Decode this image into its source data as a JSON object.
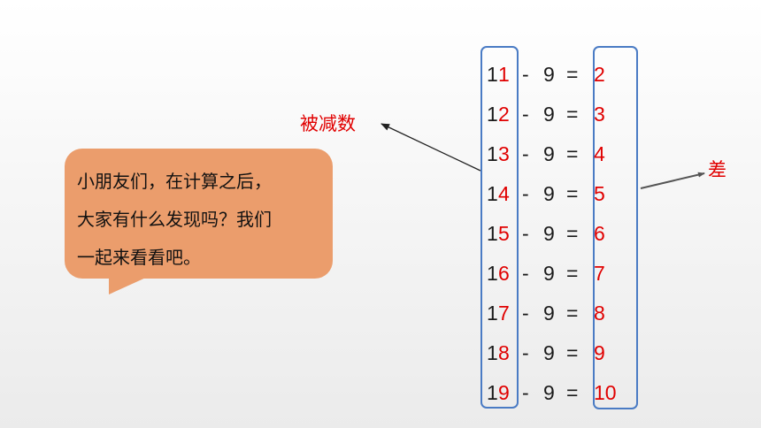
{
  "speech_bubble": {
    "lines": [
      "小朋友们，在计算之后，",
      "大家有什么发现吗？我们",
      "一起来看看吧。"
    ]
  },
  "labels": {
    "minuend": "被减数",
    "difference": "差"
  },
  "equations": [
    {
      "minuend_tens": "1",
      "minuend_ones": "1",
      "minus": "-",
      "subtrahend": "9",
      "equals": "=",
      "difference": "2"
    },
    {
      "minuend_tens": "1",
      "minuend_ones": "2",
      "minus": "-",
      "subtrahend": "9",
      "equals": "=",
      "difference": "3"
    },
    {
      "minuend_tens": "1",
      "minuend_ones": "3",
      "minus": "-",
      "subtrahend": "9",
      "equals": "=",
      "difference": "4"
    },
    {
      "minuend_tens": "1",
      "minuend_ones": "4",
      "minus": "-",
      "subtrahend": "9",
      "equals": "=",
      "difference": "5"
    },
    {
      "minuend_tens": "1",
      "minuend_ones": "5",
      "minus": "-",
      "subtrahend": "9",
      "equals": "=",
      "difference": "6"
    },
    {
      "minuend_tens": "1",
      "minuend_ones": "6",
      "minus": "-",
      "subtrahend": "9",
      "equals": "=",
      "difference": "7"
    },
    {
      "minuend_tens": "1",
      "minuend_ones": "7",
      "minus": "-",
      "subtrahend": "9",
      "equals": "=",
      "difference": "8"
    },
    {
      "minuend_tens": "1",
      "minuend_ones": "8",
      "minus": "-",
      "subtrahend": "9",
      "equals": "=",
      "difference": "9"
    },
    {
      "minuend_tens": "1",
      "minuend_ones": "9",
      "minus": "-",
      "subtrahend": "9",
      "equals": "=",
      "difference": "10"
    }
  ],
  "colors": {
    "highlight": "#e00000",
    "box_border": "#4a7bc4",
    "bubble_fill": "#eb9d6c"
  }
}
